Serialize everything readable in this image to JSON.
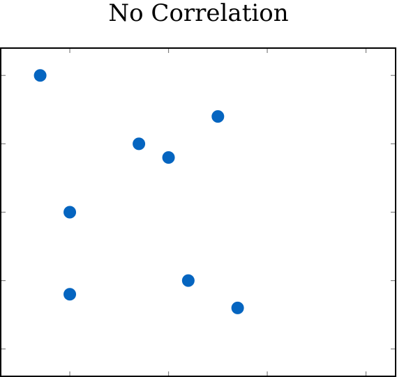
{
  "chart_data": {
    "type": "scatter",
    "title": "No Correlation",
    "xlabel": "",
    "ylabel": "",
    "xlim": [
      0.6,
      8.6
    ],
    "ylim": [
      0.6,
      5.4
    ],
    "x_ticks": [
      2,
      4,
      6,
      8
    ],
    "y_ticks": [
      1,
      2,
      3,
      4,
      5
    ],
    "tick_labels_shown": false,
    "grid": false,
    "legend": "none",
    "marker_color": "#0565c0",
    "series": [
      {
        "points": [
          {
            "x": 1.4,
            "y": 5.0
          },
          {
            "x": 2.0,
            "y": 1.8
          },
          {
            "x": 2.0,
            "y": 3.0
          },
          {
            "x": 3.4,
            "y": 4.0
          },
          {
            "x": 4.0,
            "y": 3.8
          },
          {
            "x": 4.4,
            "y": 2.0
          },
          {
            "x": 5.0,
            "y": 4.4
          },
          {
            "x": 5.4,
            "y": 1.6
          }
        ]
      }
    ]
  }
}
